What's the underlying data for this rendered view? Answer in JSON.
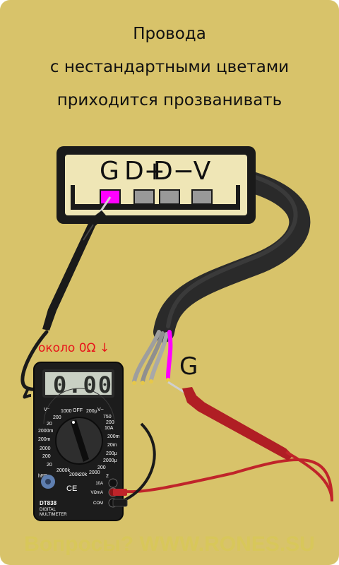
{
  "title": {
    "line1": "Провода",
    "line2": "с нестандартными цветами",
    "line3": "приходится прозванивать"
  },
  "connector": {
    "pins": [
      {
        "label": "G",
        "color": "#ff00ff",
        "highlighted": true
      },
      {
        "label": "D+",
        "color": "#999999",
        "highlighted": false
      },
      {
        "label": "D−",
        "color": "#999999",
        "highlighted": false
      },
      {
        "label": "V",
        "color": "#999999",
        "highlighted": false
      }
    ]
  },
  "cable": {
    "highlighted_wire_label": "G",
    "highlighted_wire_color": "#ff00ff"
  },
  "multimeter": {
    "reading_note": "около 0Ω ↓",
    "display": "0.00",
    "model": "DT838",
    "subtitle1": "DIGITAL",
    "subtitle2": "MULTIMETER",
    "off_label": "OFF",
    "dial_marks": [
      "V⁻",
      "1000",
      "200",
      "20",
      "2000m",
      "200m",
      "2000",
      "200",
      "20",
      "2000k",
      "200k",
      "20k",
      "2000",
      "200",
      "2000μ",
      "200μ",
      "20m",
      "200m",
      "10A",
      "V~",
      "750",
      "200",
      "200μ",
      "hFE",
      "2"
    ],
    "terminals": [
      "10A",
      "VΩmA",
      "COM"
    ],
    "ce_mark": "CE"
  },
  "colors": {
    "background": "#d8c36a",
    "probe_black": "#1a1a1a",
    "probe_red": "#c0242a",
    "meter_body": "#1c1c1c",
    "lcd": "#c9d0c4",
    "accent_magenta": "#ff00ff"
  },
  "footer": "Вопросы? WWW.RONES.SU"
}
